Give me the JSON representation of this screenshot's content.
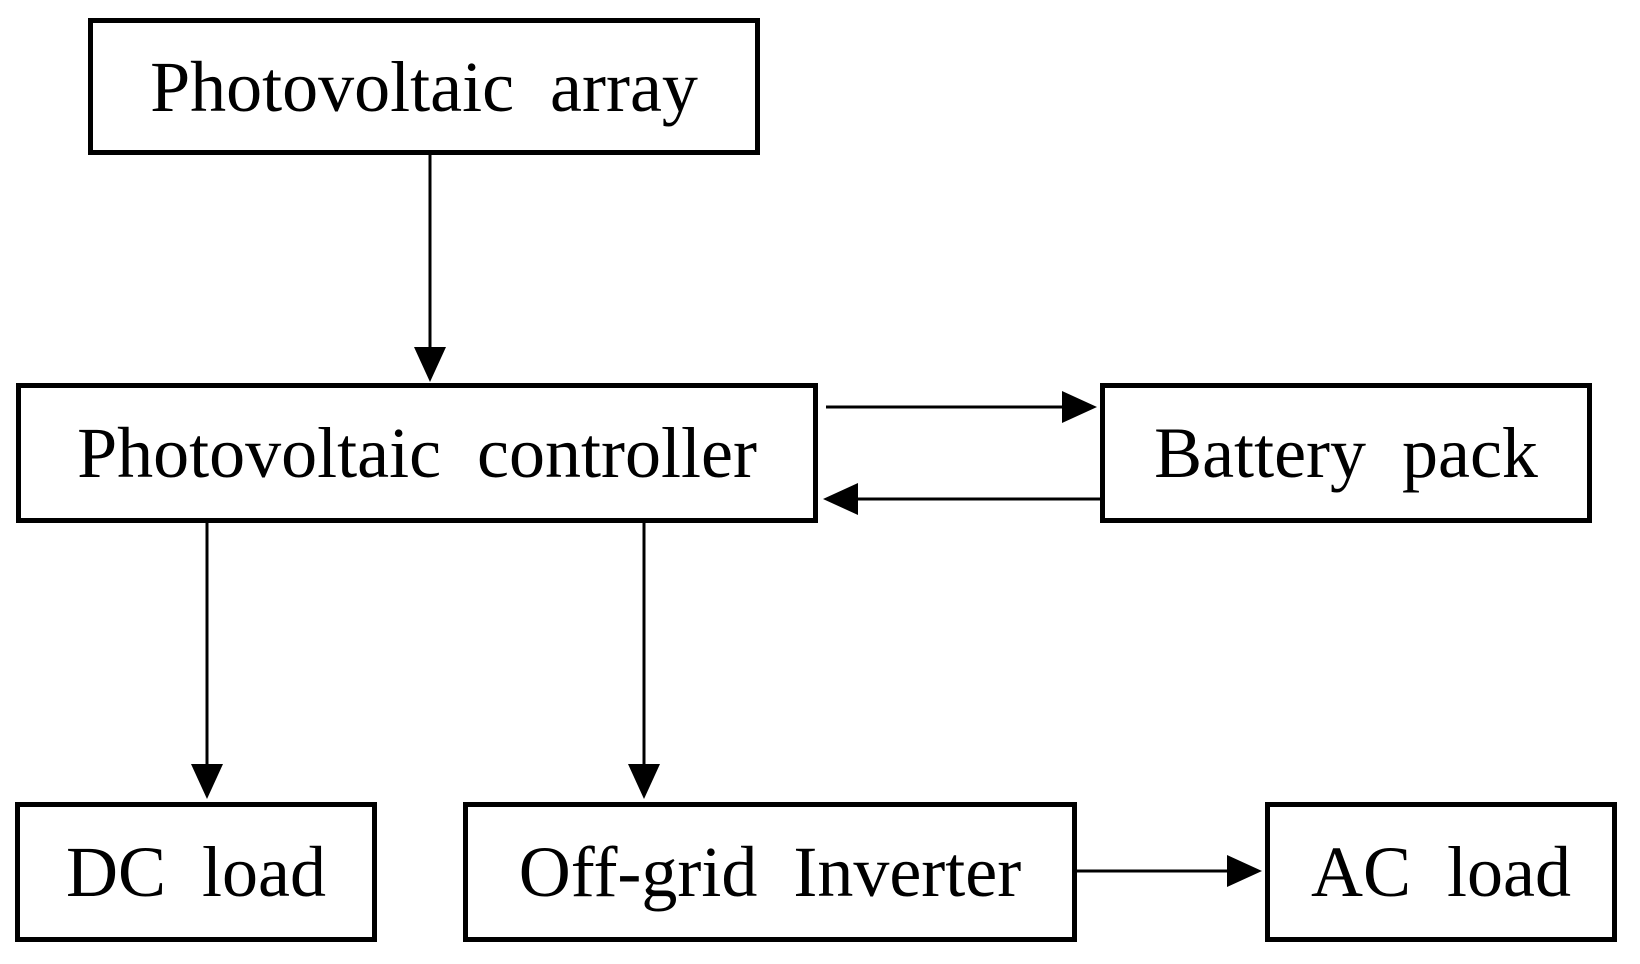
{
  "diagram": {
    "type": "block-diagram",
    "nodes": {
      "array": {
        "label": "Photovoltaic array"
      },
      "controller": {
        "label": "Photovoltaic controller"
      },
      "battery": {
        "label": "Battery pack"
      },
      "dc_load": {
        "label": "DC load"
      },
      "inverter": {
        "label": "Off-grid Inverter"
      },
      "ac_load": {
        "label": "AC load"
      }
    },
    "edges": [
      {
        "from": "Photovoltaic array",
        "to": "Photovoltaic controller",
        "style": "arrow"
      },
      {
        "from": "Photovoltaic controller",
        "to": "Battery pack",
        "style": "arrow"
      },
      {
        "from": "Battery pack",
        "to": "Photovoltaic controller",
        "style": "arrow"
      },
      {
        "from": "Photovoltaic controller",
        "to": "DC load",
        "style": "arrow"
      },
      {
        "from": "Photovoltaic controller",
        "to": "Off-grid Inverter",
        "style": "arrow"
      },
      {
        "from": "Off-grid Inverter",
        "to": "AC load",
        "style": "arrow"
      }
    ],
    "colors": {
      "line": "#000000",
      "box_border": "#000000",
      "text": "#000000",
      "background": "#ffffff"
    }
  }
}
